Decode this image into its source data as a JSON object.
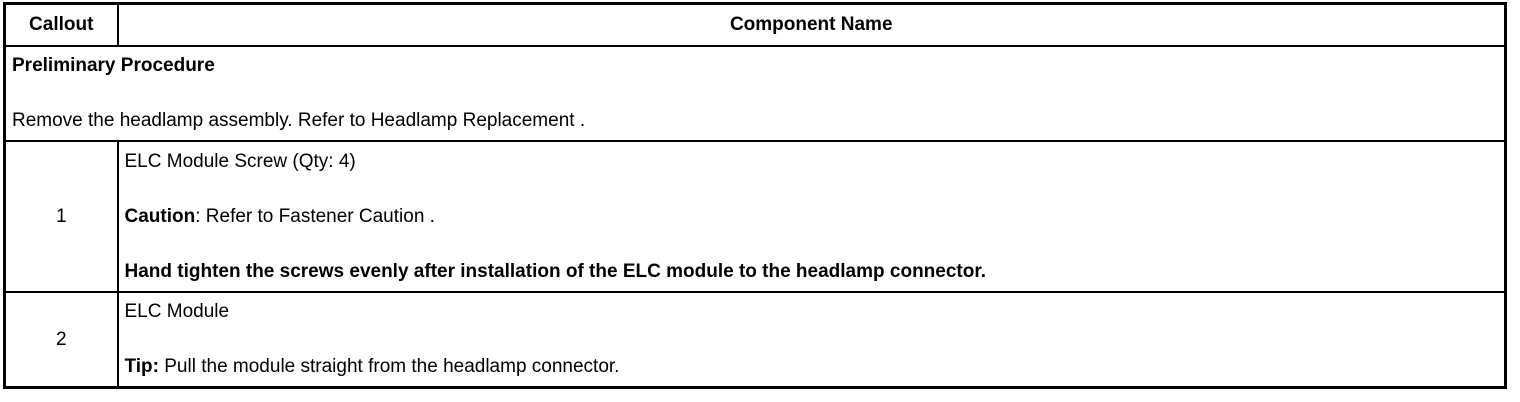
{
  "table": {
    "colors": {
      "border": "#000000",
      "text": "#000000",
      "background": "#ffffff"
    },
    "header": {
      "callout_label": "Callout",
      "component_label": "Component Name"
    },
    "preliminary": {
      "title": "Preliminary Procedure",
      "body": "Remove the headlamp assembly. Refer to Headlamp Replacement ."
    },
    "rows": [
      {
        "callout": "1",
        "paragraphs": [
          {
            "bold": "",
            "text": "ELC Module Screw (Qty: 4)"
          },
          {
            "bold": "Caution",
            "text": ": Refer to Fastener Caution ."
          },
          {
            "bold": "Hand tighten the screws evenly after installation of the ELC module to the headlamp connector.",
            "text": ""
          }
        ]
      },
      {
        "callout": "2",
        "paragraphs": [
          {
            "bold": "",
            "text": "ELC Module"
          },
          {
            "bold": "Tip:",
            "text": " Pull the module straight from the headlamp connector."
          }
        ]
      }
    ]
  }
}
